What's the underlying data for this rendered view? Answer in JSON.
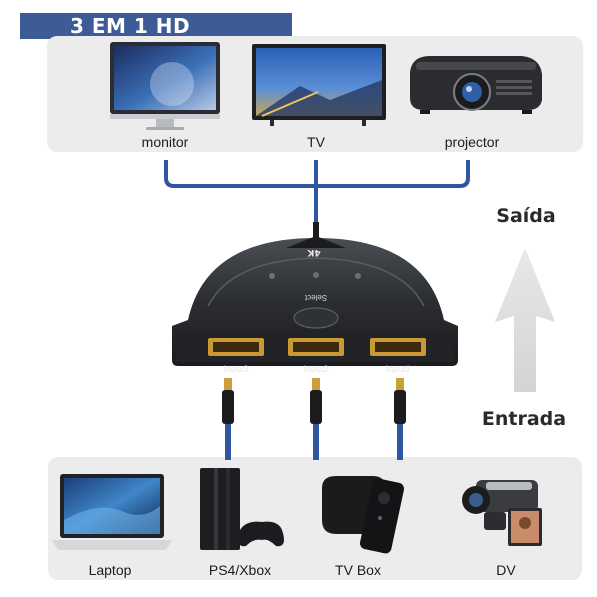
{
  "header": {
    "title": "3 EM 1 HD"
  },
  "outputs": {
    "monitor_label": "monitor",
    "tv_label": "TV",
    "projector_label": "projector"
  },
  "direction": {
    "output_label": "Saída",
    "input_label": "Entrada"
  },
  "switch": {
    "badge": "4K",
    "button_label": "Select",
    "ports": [
      "Input3",
      "Input2",
      "Input1"
    ]
  },
  "inputs": {
    "laptop_label": "Laptop",
    "console_label": "PS4/Xbox",
    "tvbox_label": "TV Box",
    "dv_label": "DV"
  },
  "colors": {
    "title_bg": "#3c5b97",
    "cable": "#2f56a0",
    "panel": "#ececec",
    "arrow": "#dcdcdc"
  }
}
